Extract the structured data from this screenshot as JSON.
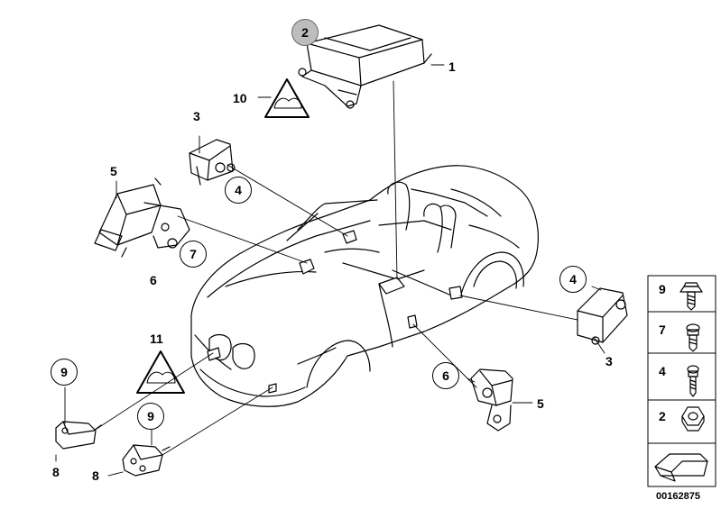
{
  "diagram": {
    "id_code": "00162875",
    "callouts": [
      {
        "num": "1",
        "style": "plain"
      },
      {
        "num": "2",
        "style": "circle-grey"
      },
      {
        "num": "10",
        "style": "plain"
      },
      {
        "num": "3",
        "style": "plain"
      },
      {
        "num": "4",
        "style": "circle"
      },
      {
        "num": "5",
        "style": "plain"
      },
      {
        "num": "7",
        "style": "circle"
      },
      {
        "num": "6",
        "style": "plain"
      },
      {
        "num": "4",
        "style": "circle"
      },
      {
        "num": "3",
        "style": "plain"
      },
      {
        "num": "11",
        "style": "plain"
      },
      {
        "num": "9",
        "style": "circle"
      },
      {
        "num": "8",
        "style": "plain"
      },
      {
        "num": "9",
        "style": "circle"
      },
      {
        "num": "8",
        "style": "plain"
      },
      {
        "num": "6",
        "style": "circle"
      },
      {
        "num": "5",
        "style": "plain"
      }
    ],
    "legend": [
      {
        "num": "9",
        "icon": "screw-flange-icon"
      },
      {
        "num": "7",
        "icon": "screw-pan-head-icon"
      },
      {
        "num": "4",
        "icon": "screw-torx-icon"
      },
      {
        "num": "2",
        "icon": "hex-nut-icon"
      },
      {
        "num": "",
        "icon": "arrow-reference-icon"
      }
    ]
  }
}
